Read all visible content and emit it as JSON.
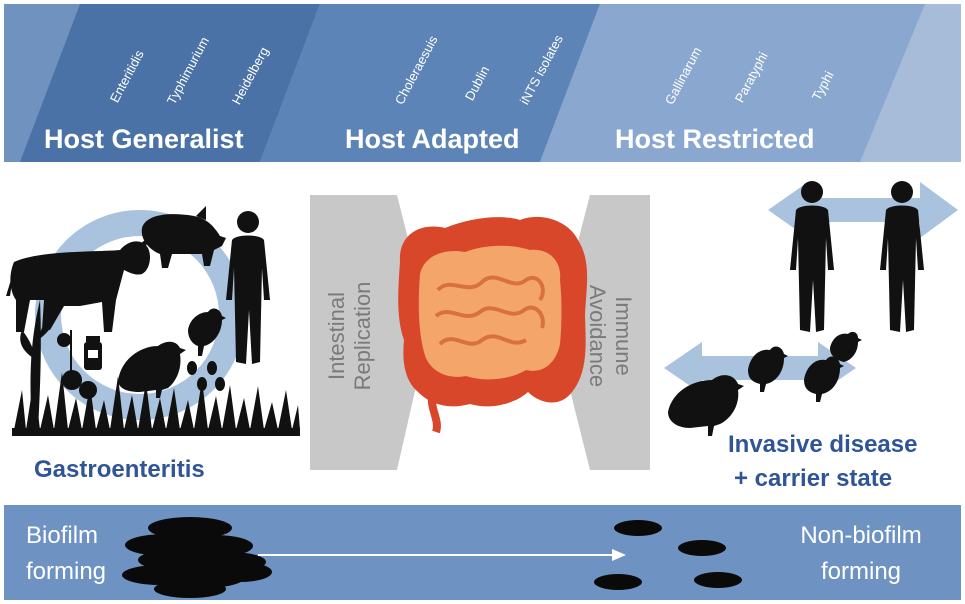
{
  "top_band": {
    "categories": [
      {
        "label": "Host Generalist",
        "serotypes": [
          "Enteritidis",
          "Typhimurium",
          "Heidelberg"
        ]
      },
      {
        "label": "Host Adapted",
        "serotypes": [
          "Choleraesuis",
          "Dublin",
          "iNTS isolates"
        ]
      },
      {
        "label": "Host Restricted",
        "serotypes": [
          "Gallinarum",
          "Paratyphi",
          "Typhi"
        ]
      }
    ]
  },
  "middle": {
    "left_label": "Gastroenteritis",
    "center_left_text": [
      "Intestinal",
      "Replication"
    ],
    "center_right_text": [
      "Immune",
      "Avoidance"
    ],
    "right_label": [
      "Invasive disease",
      "+ carrier state"
    ]
  },
  "bottom_band": {
    "left_label": [
      "Biofilm",
      "forming"
    ],
    "right_label": [
      "Non-biofilm",
      "forming"
    ]
  },
  "colors": {
    "band_light": "#a6bcd9",
    "band_mid": "#7f9fc9",
    "band_dark": "#4a72a6",
    "bottom_band": "#6e93c2",
    "arrow_blue": "#a9c2de",
    "label_blue": "#2f5597",
    "chevron_gray": "#c8c8c8",
    "silhouette": "#111111",
    "intestine_outer": "#d9472b",
    "intestine_inner": "#f4a66a"
  }
}
